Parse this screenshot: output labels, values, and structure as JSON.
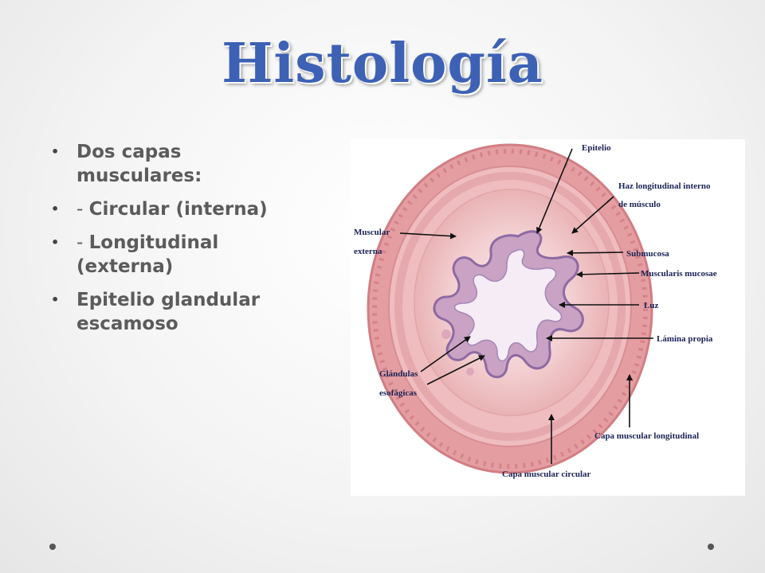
{
  "slide": {
    "title": "Histología",
    "bullets": [
      {
        "dash": "",
        "text": "Dos capas musculares:"
      },
      {
        "dash": "- ",
        "text": "Circular (interna)"
      },
      {
        "dash": "- ",
        "text": "Longitudinal (externa)"
      },
      {
        "dash": "",
        "text": "Epitelio glandular escamoso"
      }
    ]
  },
  "figure": {
    "labels": {
      "epitelio": "Epitelio",
      "haz_1": "Haz longitudinal interno",
      "haz_2": "de músculo",
      "muscular_1": "Muscular",
      "muscular_2": "externa",
      "submucosa": "Submucosa",
      "muscularis": "Muscularis mucosae",
      "luz": "Luz",
      "lamina": "Lámina propia",
      "glandulas_1": "Glándulas",
      "glandulas_2": "esofágicas",
      "capa_longitudinal": "Capa muscular longitudinal",
      "capa_circular": "Capa muscular circular"
    }
  }
}
